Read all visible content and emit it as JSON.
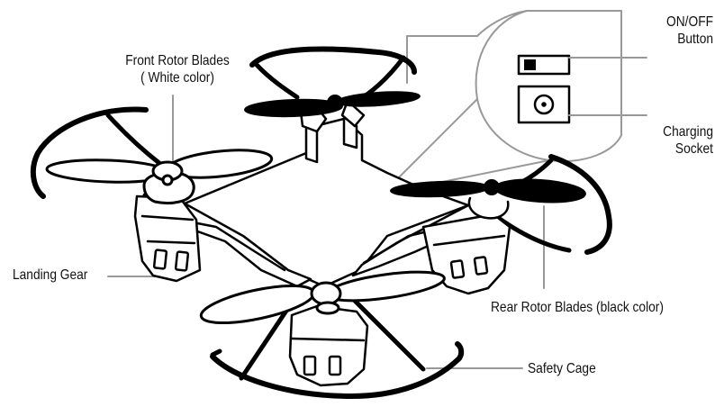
{
  "labels": {
    "front_rotor_blades": {
      "line1": "Front Rotor Blades",
      "line2": "( White color)"
    },
    "on_off_button": {
      "line1": "ON/OFF",
      "line2": "Button"
    },
    "charging_socket": {
      "line1": "Charging",
      "line2": "Socket"
    },
    "landing_gear": {
      "text": "Landing Gear"
    },
    "rear_rotor_blades": {
      "text": "Rear Rotor Blades (black color)"
    },
    "safety_cage": {
      "text": "Safety Cage"
    }
  },
  "colors": {
    "ink": "#000000",
    "leader": "#999999",
    "background": "#ffffff"
  }
}
